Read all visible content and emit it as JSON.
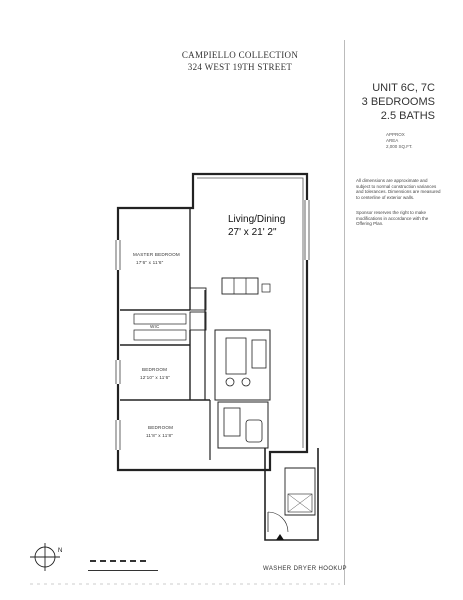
{
  "header": {
    "collection": "CAMPIELLO COLLECTION",
    "address": "324 WEST 19TH STREET"
  },
  "unit": {
    "unit_no": "UNIT 6C, 7C",
    "bedrooms": "3 BEDROOMS",
    "baths": "2.5 BATHS"
  },
  "area_block": {
    "line1": "APPROX",
    "line2": "AREA",
    "line3": "2,000 SQ.FT."
  },
  "notes": {
    "n1": "All dimensions are approximate and subject to normal construction variances and tolerances. Dimensions are measured to centerline of exterior walls.",
    "n2": "Sponsor reserves the right to make modifications in accordance with the Offering Plan."
  },
  "rooms": {
    "living": "Living/Dining",
    "living_dim": "27' x 21' 2\"",
    "master": "MASTER BEDROOM",
    "master_dim": "17'6\" x 11'6\"",
    "wic": "WIC",
    "bed2": "BEDROOM",
    "bed2_dim": "12'10\" x 11'6\"",
    "bed3": "BEDROOM",
    "bed3_dim": "11'8\" x 11'8\""
  },
  "legend": {
    "washer_dryer": "WASHER DRYER HOOKUP",
    "north": "N"
  }
}
